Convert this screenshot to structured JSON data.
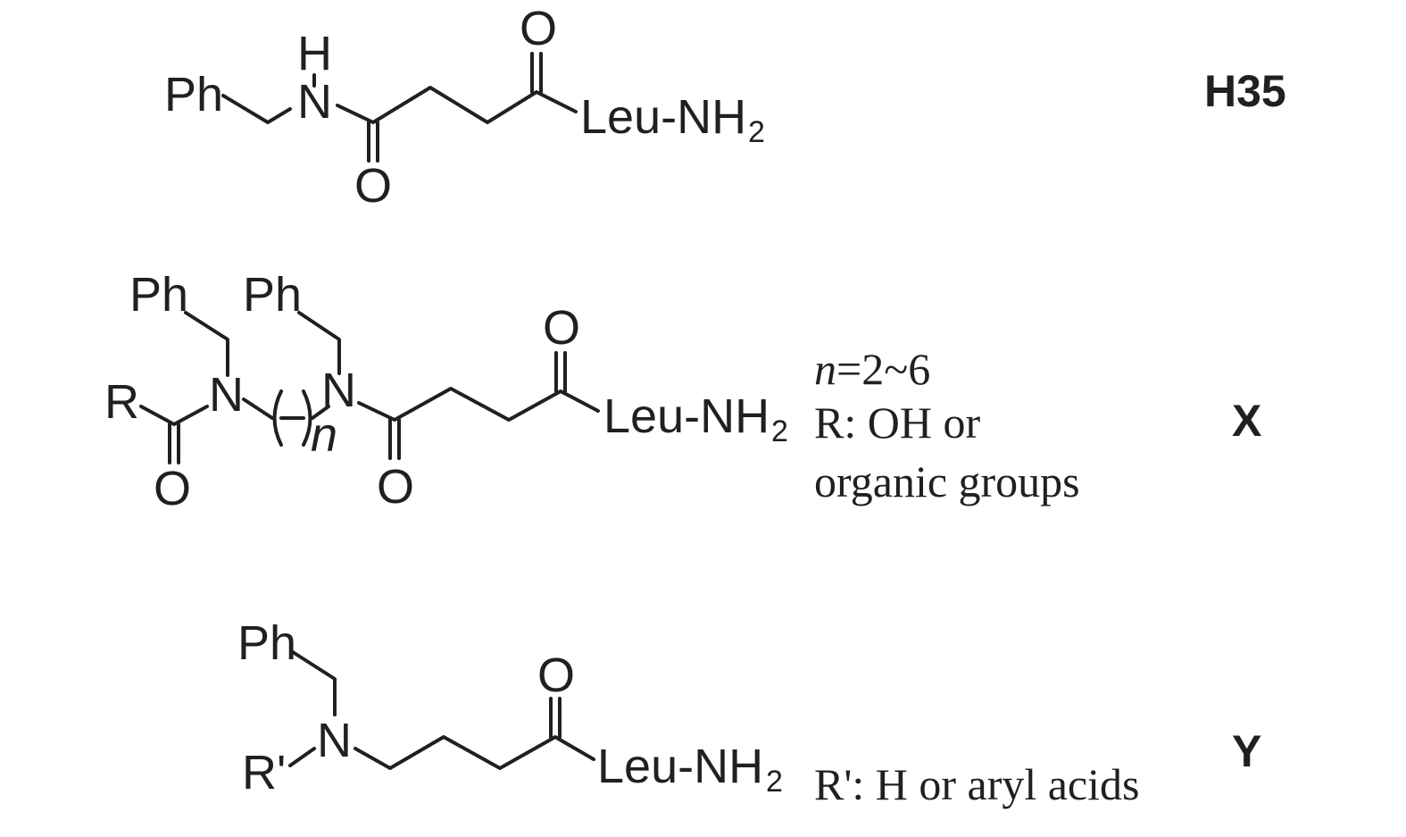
{
  "atoms": {
    "ph": "Ph",
    "n": "N",
    "h": "H",
    "o": "O",
    "r": "R",
    "r_prime": "R'",
    "n_index": "n",
    "leu": "Leu-NH",
    "sub2": "2"
  },
  "compounds": [
    {
      "label": "H35"
    },
    {
      "label": "X",
      "notes": {
        "n_var": "n",
        "n_range": "=2~6",
        "r_line1": "R: OH or",
        "r_line2": "organic groups"
      }
    },
    {
      "label": "Y",
      "notes": {
        "r_line1": "R': H or aryl acids"
      }
    }
  ],
  "colors": {
    "ink": "#231f20",
    "background": "#ffffff"
  }
}
